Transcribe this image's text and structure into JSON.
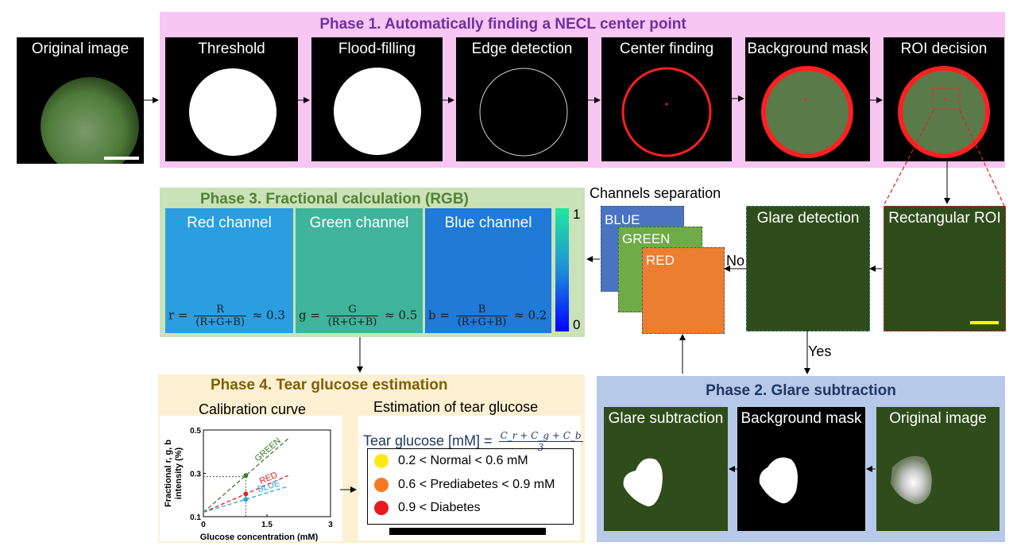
{
  "phase1": {
    "title": "Phase 1. Automatically finding a NECL center point",
    "original_label": "Original image",
    "steps": [
      "Threshold",
      "Flood-filling",
      "Edge detection",
      "Center finding",
      "Background mask",
      "ROI decision"
    ]
  },
  "phase2": {
    "title": "Phase 2. Glare subtraction",
    "tiles": [
      "Glare subtraction",
      "Background mask",
      "Original image"
    ]
  },
  "phase3": {
    "title": "Phase 3. Fractional calculation (RGB)",
    "channels": [
      {
        "label": "Red channel",
        "var": "r",
        "num": "R",
        "den": "(R+G+B)",
        "approx": "≈ 0.3"
      },
      {
        "label": "Green channel",
        "var": "g",
        "num": "G",
        "den": "(R+G+B)",
        "approx": "≈ 0.5"
      },
      {
        "label": "Blue channel",
        "var": "b",
        "num": "B",
        "den": "(R+G+B)",
        "approx": "≈ 0.2"
      }
    ],
    "colorbar": {
      "max": "1",
      "min": "0",
      "color_top": "#20e8a0",
      "color_mid": "#1f8fd8",
      "color_bottom": "#0000ff"
    }
  },
  "separation": {
    "title": "Channels separation",
    "layers": [
      "BLUE",
      "GREEN",
      "RED"
    ],
    "glare_label": "Glare detection",
    "roi_label": "Rectangular ROI",
    "no_label": "No",
    "yes_label": "Yes"
  },
  "phase4": {
    "title": "Phase 4. Tear glucose estimation",
    "calibration_title": "Calibration curve",
    "estimation_title": "Estimation of tear glucose",
    "equation_lhs": "Tear glucose [mM] =",
    "equation_num": "C_r + C_g + C_b",
    "equation_den": "3",
    "legend": [
      {
        "text": "0.2 < Normal < 0.6  mM",
        "color": "#ffe81a"
      },
      {
        "text": "0.6 < Prediabetes < 0.9 mM",
        "color": "#f47920"
      },
      {
        "text": "0.9 < Diabetes",
        "color": "#e8191d"
      }
    ]
  },
  "chart_data": {
    "type": "line",
    "xlabel": "Glucose concentration (mM)",
    "ylabel": "Fractional r, g, b intensity (%)",
    "xlim": [
      0,
      3
    ],
    "ylim": [
      0.1,
      0.5
    ],
    "x_ticks": [
      "0",
      "1.5",
      "3"
    ],
    "y_ticks": [
      "0.1",
      "0.3",
      "0.5"
    ],
    "series": [
      {
        "name": "GREEN",
        "color": "#3a7d2a",
        "x": [
          0,
          2
        ],
        "y": [
          0.12,
          0.46
        ]
      },
      {
        "name": "RED",
        "color": "#e02020",
        "x": [
          0,
          2
        ],
        "y": [
          0.12,
          0.29
        ]
      },
      {
        "name": "BLUE",
        "color": "#2aa8e0",
        "x": [
          0,
          2
        ],
        "y": [
          0.12,
          0.24
        ]
      }
    ],
    "marker_x": 1,
    "reference_y": 0.285
  },
  "colors": {
    "phase1_bg": "#f7c6f2",
    "phase2_bg": "#b7c9e8",
    "phase3_bg": "#c9e2b7",
    "phase4_bg": "#fdf0d2",
    "phase1_title": "#7030a0",
    "phase2_title": "#1f3864",
    "phase3_title": "#548235",
    "phase4_title": "#7f6000"
  }
}
